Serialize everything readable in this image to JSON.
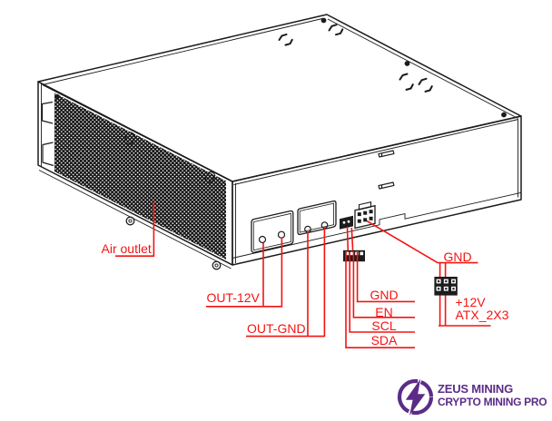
{
  "colors": {
    "line": "#1c1c1c",
    "annotation": "#f41412",
    "logo": "#5b2c87",
    "background": "#ffffff"
  },
  "diagram": {
    "subject": "power supply unit isometric line drawing",
    "annotations": {
      "air_outlet": "Air outlet",
      "out_12v": "OUT-12V",
      "out_gnd": "OUT-GND",
      "signal_pins": {
        "gnd": "GND",
        "en": "EN",
        "scl": "SCL",
        "sda": "SDA"
      },
      "atx": {
        "gnd": "GND",
        "plus_12v": "+12V",
        "name": "ATX_2X3"
      }
    }
  },
  "logo": {
    "line1": "ZEUS MINING",
    "line2": "CRYPTO MINING PRO",
    "icon": "lightning-bolt-circle"
  }
}
